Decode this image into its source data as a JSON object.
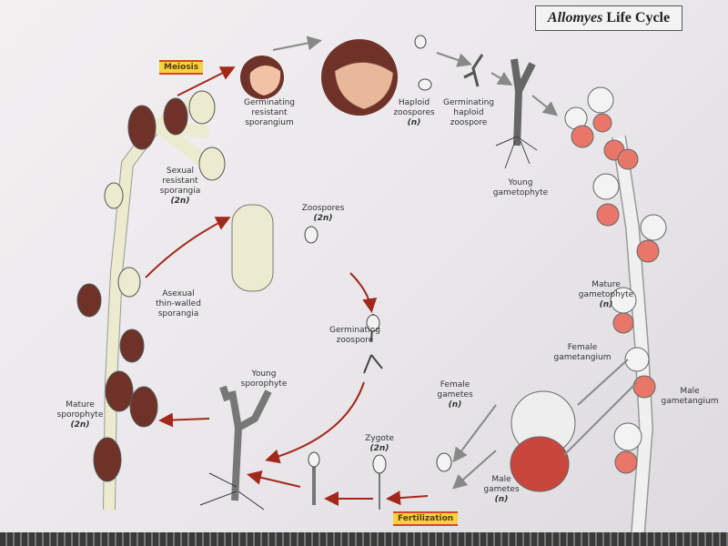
{
  "title": {
    "italic": "Allomyes",
    "rest": " Life Cycle"
  },
  "badges": {
    "meiosis": "Meiosis",
    "fertilization": "Fertilization"
  },
  "labels": {
    "germ_resistant": [
      "Germinating",
      "resistant",
      "sporangium"
    ],
    "haploid_zoospores": [
      "Haploid",
      "zoospores",
      "(n)"
    ],
    "germ_haploid": [
      "Germinating",
      "haploid",
      "zoospore"
    ],
    "young_gametophyte": [
      "Young",
      "gametophyte"
    ],
    "sexual_sporangia": [
      "Sexual",
      "resistant",
      "sporangia",
      "(2n)"
    ],
    "zoospores": [
      "Zoospores",
      "(2n)"
    ],
    "asexual_sporangia": [
      "Asexual",
      "thin-walled",
      "sporangia"
    ],
    "mature_gametophyte": [
      "Mature",
      "gametophyte",
      "(n)"
    ],
    "germ_zoospore": [
      "Germinating",
      "zoospore"
    ],
    "female_gametangium": [
      "Female",
      "gametangium"
    ],
    "female_gametes": [
      "Female",
      "gametes",
      "(n)"
    ],
    "male_gametangium": [
      "Male",
      "gametangium"
    ],
    "young_sporophyte": [
      "Young",
      "sporophyte"
    ],
    "mature_sporophyte": [
      "Mature",
      "sporophyte",
      "(2n)"
    ],
    "zygote": [
      "Zygote",
      "(2n)"
    ],
    "male_gametes": [
      "Male",
      "gametes",
      "(n)"
    ]
  },
  "colors": {
    "sporangium": "#6e3229",
    "hypha": "#ecebcf",
    "male": "#e8776a",
    "arrow_red": "#a3281c",
    "arrow_gray": "#888888"
  }
}
